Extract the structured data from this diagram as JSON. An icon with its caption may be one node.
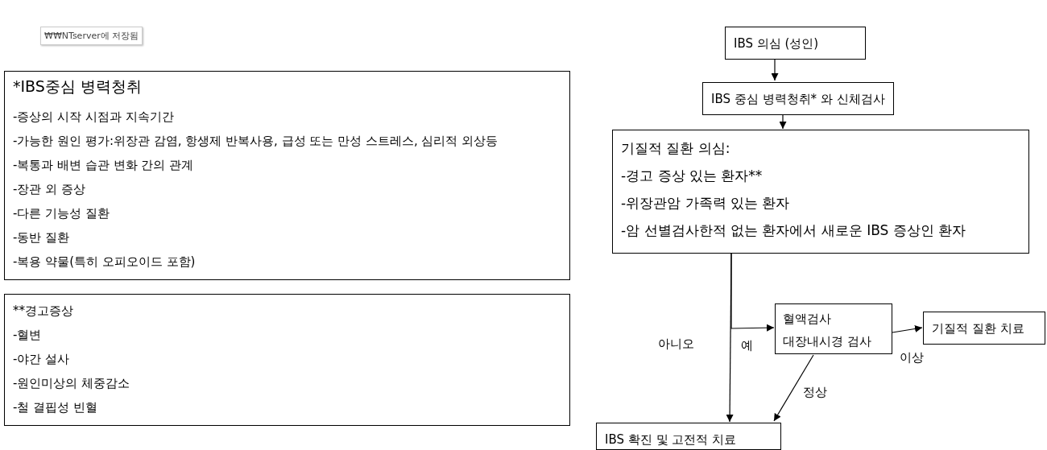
{
  "diagram": {
    "nodes": [
      {
        "text": [
          "*IBS중심 병력청취",
          "-증상의 시작 시점과 지속기간",
          "-가능한 원인 평가:위장관 감염, 항생제 반복사용, 급성 또는 만성 스트레스, 심리적 외상등",
          "-복통과 배변 습관 변화 간의 관계",
          "-장관 외 증상",
          "-다른 기능성 질환",
          "-동반 질환",
          "-복용 약물(특히 오피오이드 포함)"
        ]
      },
      {
        "text": [
          "**경고증상",
          "-혈변",
          "-야간 설사",
          "-원인미상의 체중감소",
          "-철 결핍성 빈혈"
        ]
      },
      {
        "text": [
          "IBS 의심 (성인)"
        ]
      },
      {
        "text": [
          "IBS 중심 병력청취* 와 신체검사"
        ]
      },
      {
        "text": [
          "기질적 질환 의심:",
          "-경고 증상 있는 환자**",
          "-위장관암 가족력 있는 환자",
          "-암 선별검사한적 없는 환자에서 새로운 IBS 증상인 환자"
        ]
      },
      {
        "text": [
          "혈액검사",
          "대장내시경 검사"
        ]
      },
      {
        "text": [
          "기질적 질환 치료"
        ]
      },
      {
        "text": [
          "IBS 확진 및 고전적 치료"
        ]
      }
    ],
    "edges": [
      {
        "from": 2,
        "to": 3,
        "arrow": "to"
      },
      {
        "from": 3,
        "to": 4,
        "arrow": "to"
      },
      {
        "from": 4,
        "to": 7,
        "arrow": "to",
        "label": "아니오"
      },
      {
        "from": 4,
        "to": 5,
        "arrow": "to",
        "label": "예"
      },
      {
        "from": 5,
        "to": 6,
        "arrow": "to",
        "label": "이상"
      },
      {
        "from": 5,
        "to": 7,
        "arrow": "to",
        "label": "정상"
      }
    ],
    "labels": [
      "₩₩NTserver에 저장됨"
    ]
  }
}
